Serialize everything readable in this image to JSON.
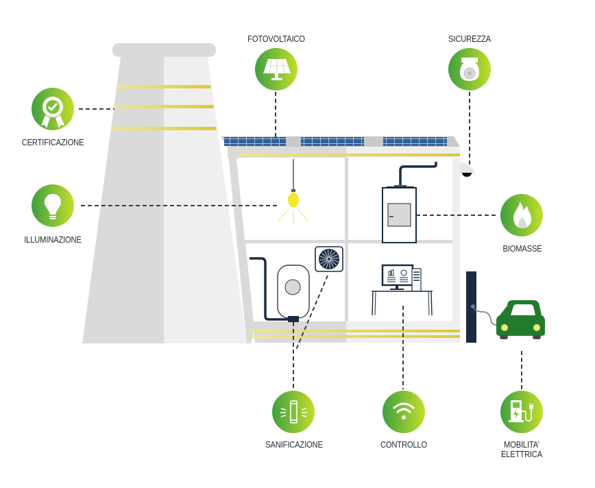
{
  "diagram": {
    "title": "Smart building energy services",
    "colors": {
      "badge_dark": "#3fa041",
      "badge_light": "#c2de2a",
      "structure_dark": "#d8d8d8",
      "structure_light": "#efefef",
      "accent_yellow": "#e5d54a",
      "solar_blue": "#2e5f96",
      "navy": "#1a2a42",
      "car_green": "#237a2c",
      "connector": "#3b3b3b"
    },
    "services": [
      {
        "id": "certificazione",
        "label": "CERTIFICAZIONE",
        "icon": "certificate-badge-icon",
        "target": "chimney"
      },
      {
        "id": "fotovoltaico",
        "label": "FOTOVOLTAICO",
        "icon": "solar-panel-icon",
        "target": "roof-solar-panels"
      },
      {
        "id": "sicurezza",
        "label": "SICUREZZA",
        "icon": "security-camera-icon",
        "target": "dome-camera"
      },
      {
        "id": "illuminazione",
        "label": "ILLUMINAZIONE",
        "icon": "light-bulb-icon",
        "target": "ceiling-lamp"
      },
      {
        "id": "biomasse",
        "label": "BIOMASSE",
        "icon": "flame-icon",
        "target": "biomass-boiler"
      },
      {
        "id": "sanificazione",
        "label": "SANIFICAZIONE",
        "icon": "uv-lamp-icon",
        "target": "water-heater-and-fan"
      },
      {
        "id": "controllo",
        "label": "CONTROLLO",
        "icon": "wifi-icon",
        "target": "computer-desk"
      },
      {
        "id": "mobilita",
        "label_line1": "MOBILITA'",
        "label_line2": "ELETTRICA",
        "icon": "ev-charger-icon",
        "target": "electric-car"
      }
    ]
  }
}
